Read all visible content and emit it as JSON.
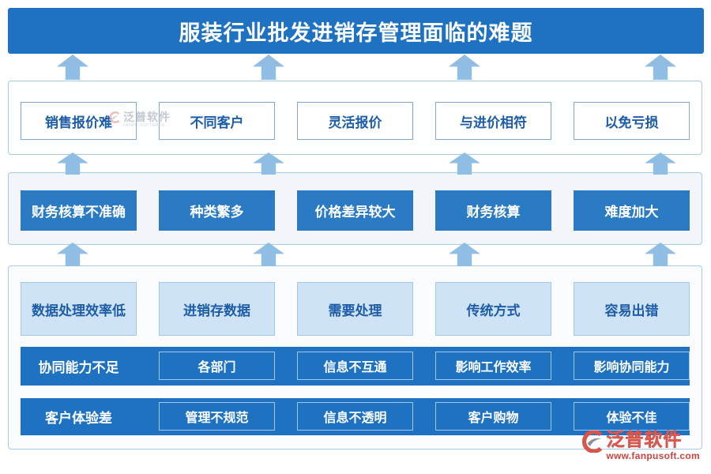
{
  "header": {
    "title": "服装行业批发进销存管理面临的难题"
  },
  "row_pricing": {
    "items": [
      "销售报价难",
      "不同客户",
      "灵活报价",
      "与进价相符",
      "以免亏损"
    ]
  },
  "row_finance": {
    "items": [
      "财务核算不准确",
      "种类繁多",
      "价格差异较大",
      "财务核算",
      "难度加大"
    ]
  },
  "row_data": {
    "items": [
      "数据处理效率低",
      "进销存数据",
      "需要处理",
      "传统方式",
      "容易出错"
    ]
  },
  "row_collaboration": {
    "label": "协同能力不足",
    "items": [
      "各部门",
      "信息不互通",
      "影响工作效率",
      "影响协同能力"
    ]
  },
  "row_experience": {
    "label": "客户体验差",
    "items": [
      "管理不规范",
      "信息不透明",
      "客户购物",
      "体验不佳"
    ]
  },
  "watermark": {
    "name": "泛普软件",
    "subname": "FANPU SOFTWARE"
  },
  "brand": {
    "name": "泛普软件",
    "website": "www.fanpusoft.com"
  },
  "icons": {
    "up_arrow": "up-arrow-icon",
    "logo_mark": "fanpu-logo-icon"
  },
  "colors": {
    "primary_blue": "#1f72c1",
    "solid_box_blue": "#2a7ac4",
    "arrow_blue": "#8fbde4",
    "panel_border": "#a9c9e8",
    "outline_box_border": "#7fa9d4",
    "light_box_fill": "#cfe3f6",
    "light_box_border": "#a5c7ea",
    "dark_blue_text": "#1d5ca8",
    "brand_red": "#d9544a"
  }
}
